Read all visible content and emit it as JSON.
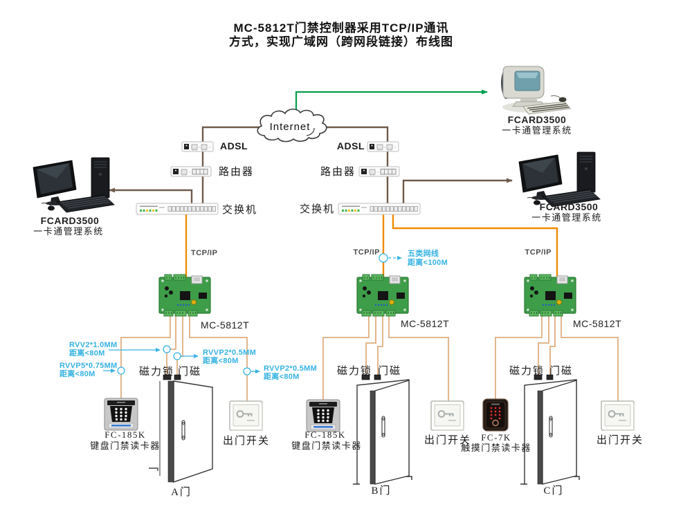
{
  "title": {
    "line1": "MC-5812T门禁控制器采用TCP/IP通讯",
    "line2": "方式，实现广域网（跨网段链接）布线图"
  },
  "colors": {
    "wan_line": "#6f5b4c",
    "uplink_line": "#009e4c",
    "lan_line": "#f08a00",
    "device_wire": "#e2b68c",
    "callout": "#35b2e2",
    "pcb_green": "#3e9d49"
  },
  "cloud": {
    "label": "Internet"
  },
  "left_branch": {
    "adsl": "ADSL",
    "router": "路由器",
    "switch": "交换机",
    "tcpip": "TCP/IP"
  },
  "right_branch": {
    "adsl": "ADSL",
    "router": "路由器",
    "switch": "交换机",
    "tcpip_b": "TCP/IP",
    "tcpip_c": "TCP/IP"
  },
  "stations": {
    "top_right": {
      "name": "FCARD3500",
      "desc": "一卡通管理系统"
    },
    "left": {
      "name": "FCARD3500",
      "desc": "一卡通管理系统"
    },
    "right": {
      "name": "FCARD3500",
      "desc": "一卡通管理系统"
    }
  },
  "cables": {
    "cat5": {
      "name": "五类网线",
      "limit": "距离<100M"
    },
    "rvv2": {
      "name": "RVV2*1.0MM",
      "limit": "距离<80M"
    },
    "rvvp5": {
      "name": "RVVP5*0.75MM",
      "limit": "距离<80M"
    },
    "rvvp2_mid": {
      "name": "RVVP2*0.5MM",
      "limit": "距离<80M"
    },
    "rvvp2_right": {
      "name": "RVVP2*0.5MM",
      "limit": "距离<80M"
    }
  },
  "doors": {
    "a": {
      "controller": "MC-5812T",
      "lock": "磁力锁",
      "sensor": "门磁",
      "reader_model": "FC-185K",
      "reader_desc": "键盘门禁读卡器",
      "exit_btn": "出门开关",
      "door": "A门"
    },
    "b": {
      "controller": "MC-5812T",
      "lock": "磁力锁",
      "sensor": "门磁",
      "reader_model": "FC-185K",
      "reader_desc": "键盘门禁读卡器",
      "exit_btn": "出门开关",
      "door": "B门"
    },
    "c": {
      "controller": "MC-5812T",
      "lock": "磁力锁",
      "sensor": "门磁",
      "reader_model": "FC-7K",
      "reader_desc": "触摸门禁读卡器",
      "exit_btn": "出门开关",
      "door": "C门"
    }
  }
}
